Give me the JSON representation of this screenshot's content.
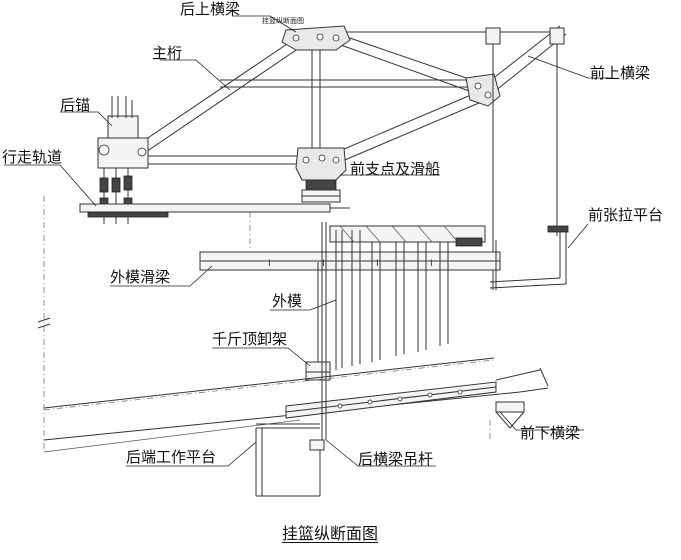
{
  "labels": {
    "rear_upper_crossbeam": "后上横梁",
    "main_truss": "主桁",
    "front_upper_crossbeam": "前上横梁",
    "rear_anchor": "后锚",
    "walking_track": "行走轨道",
    "front_support_and_skid": "前支点及滑船",
    "front_tension_platform": "前张拉平台",
    "outer_form_skid_beam": "外模滑梁",
    "outer_form": "外模",
    "jack_unloading_frame": "千斤顶卸架",
    "rear_work_platform": "后端工作平台",
    "rear_crossbeam_hanger_rod": "后横梁吊杆",
    "front_lower_crossbeam": "前下横梁"
  },
  "small_title": "挂篮纵断面图",
  "caption": "挂篮纵断面图"
}
